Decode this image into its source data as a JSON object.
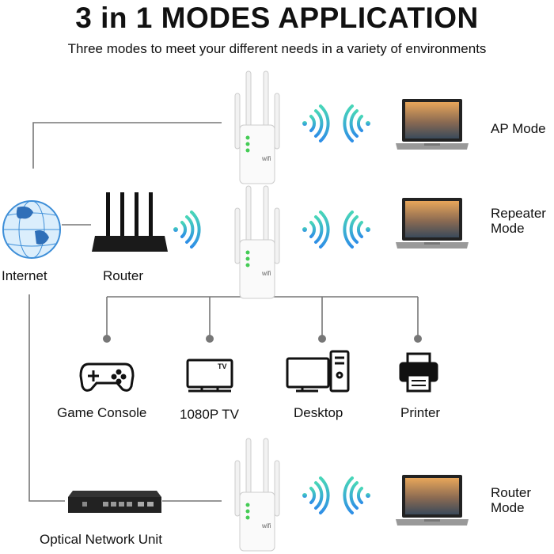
{
  "header": {
    "title": "3 in 1 MODES APPLICATION",
    "subtitle": "Three modes to meet your different needs in a variety of environments"
  },
  "sources": {
    "internet": "Internet",
    "router": "Router",
    "onu": "Optical Network Unit"
  },
  "modes": [
    {
      "label": "AP Mode"
    },
    {
      "label_line1": "Repeater",
      "label_line2": "Mode"
    },
    {
      "label_line1": "Router",
      "label_line2": "Mode"
    }
  ],
  "devices": [
    {
      "label": "Game Console",
      "icon": "gamepad-icon"
    },
    {
      "label": "1080P TV",
      "icon": "tv-icon",
      "badge": "TV"
    },
    {
      "label": "Desktop",
      "icon": "desktop-icon"
    },
    {
      "label": "Printer",
      "icon": "printer-icon"
    }
  ],
  "extender_badge": "wifi",
  "colors": {
    "wave_start": "#3aa7e6",
    "wave_end": "#48d6b8",
    "line": "#777777",
    "led": "#44cc55"
  }
}
